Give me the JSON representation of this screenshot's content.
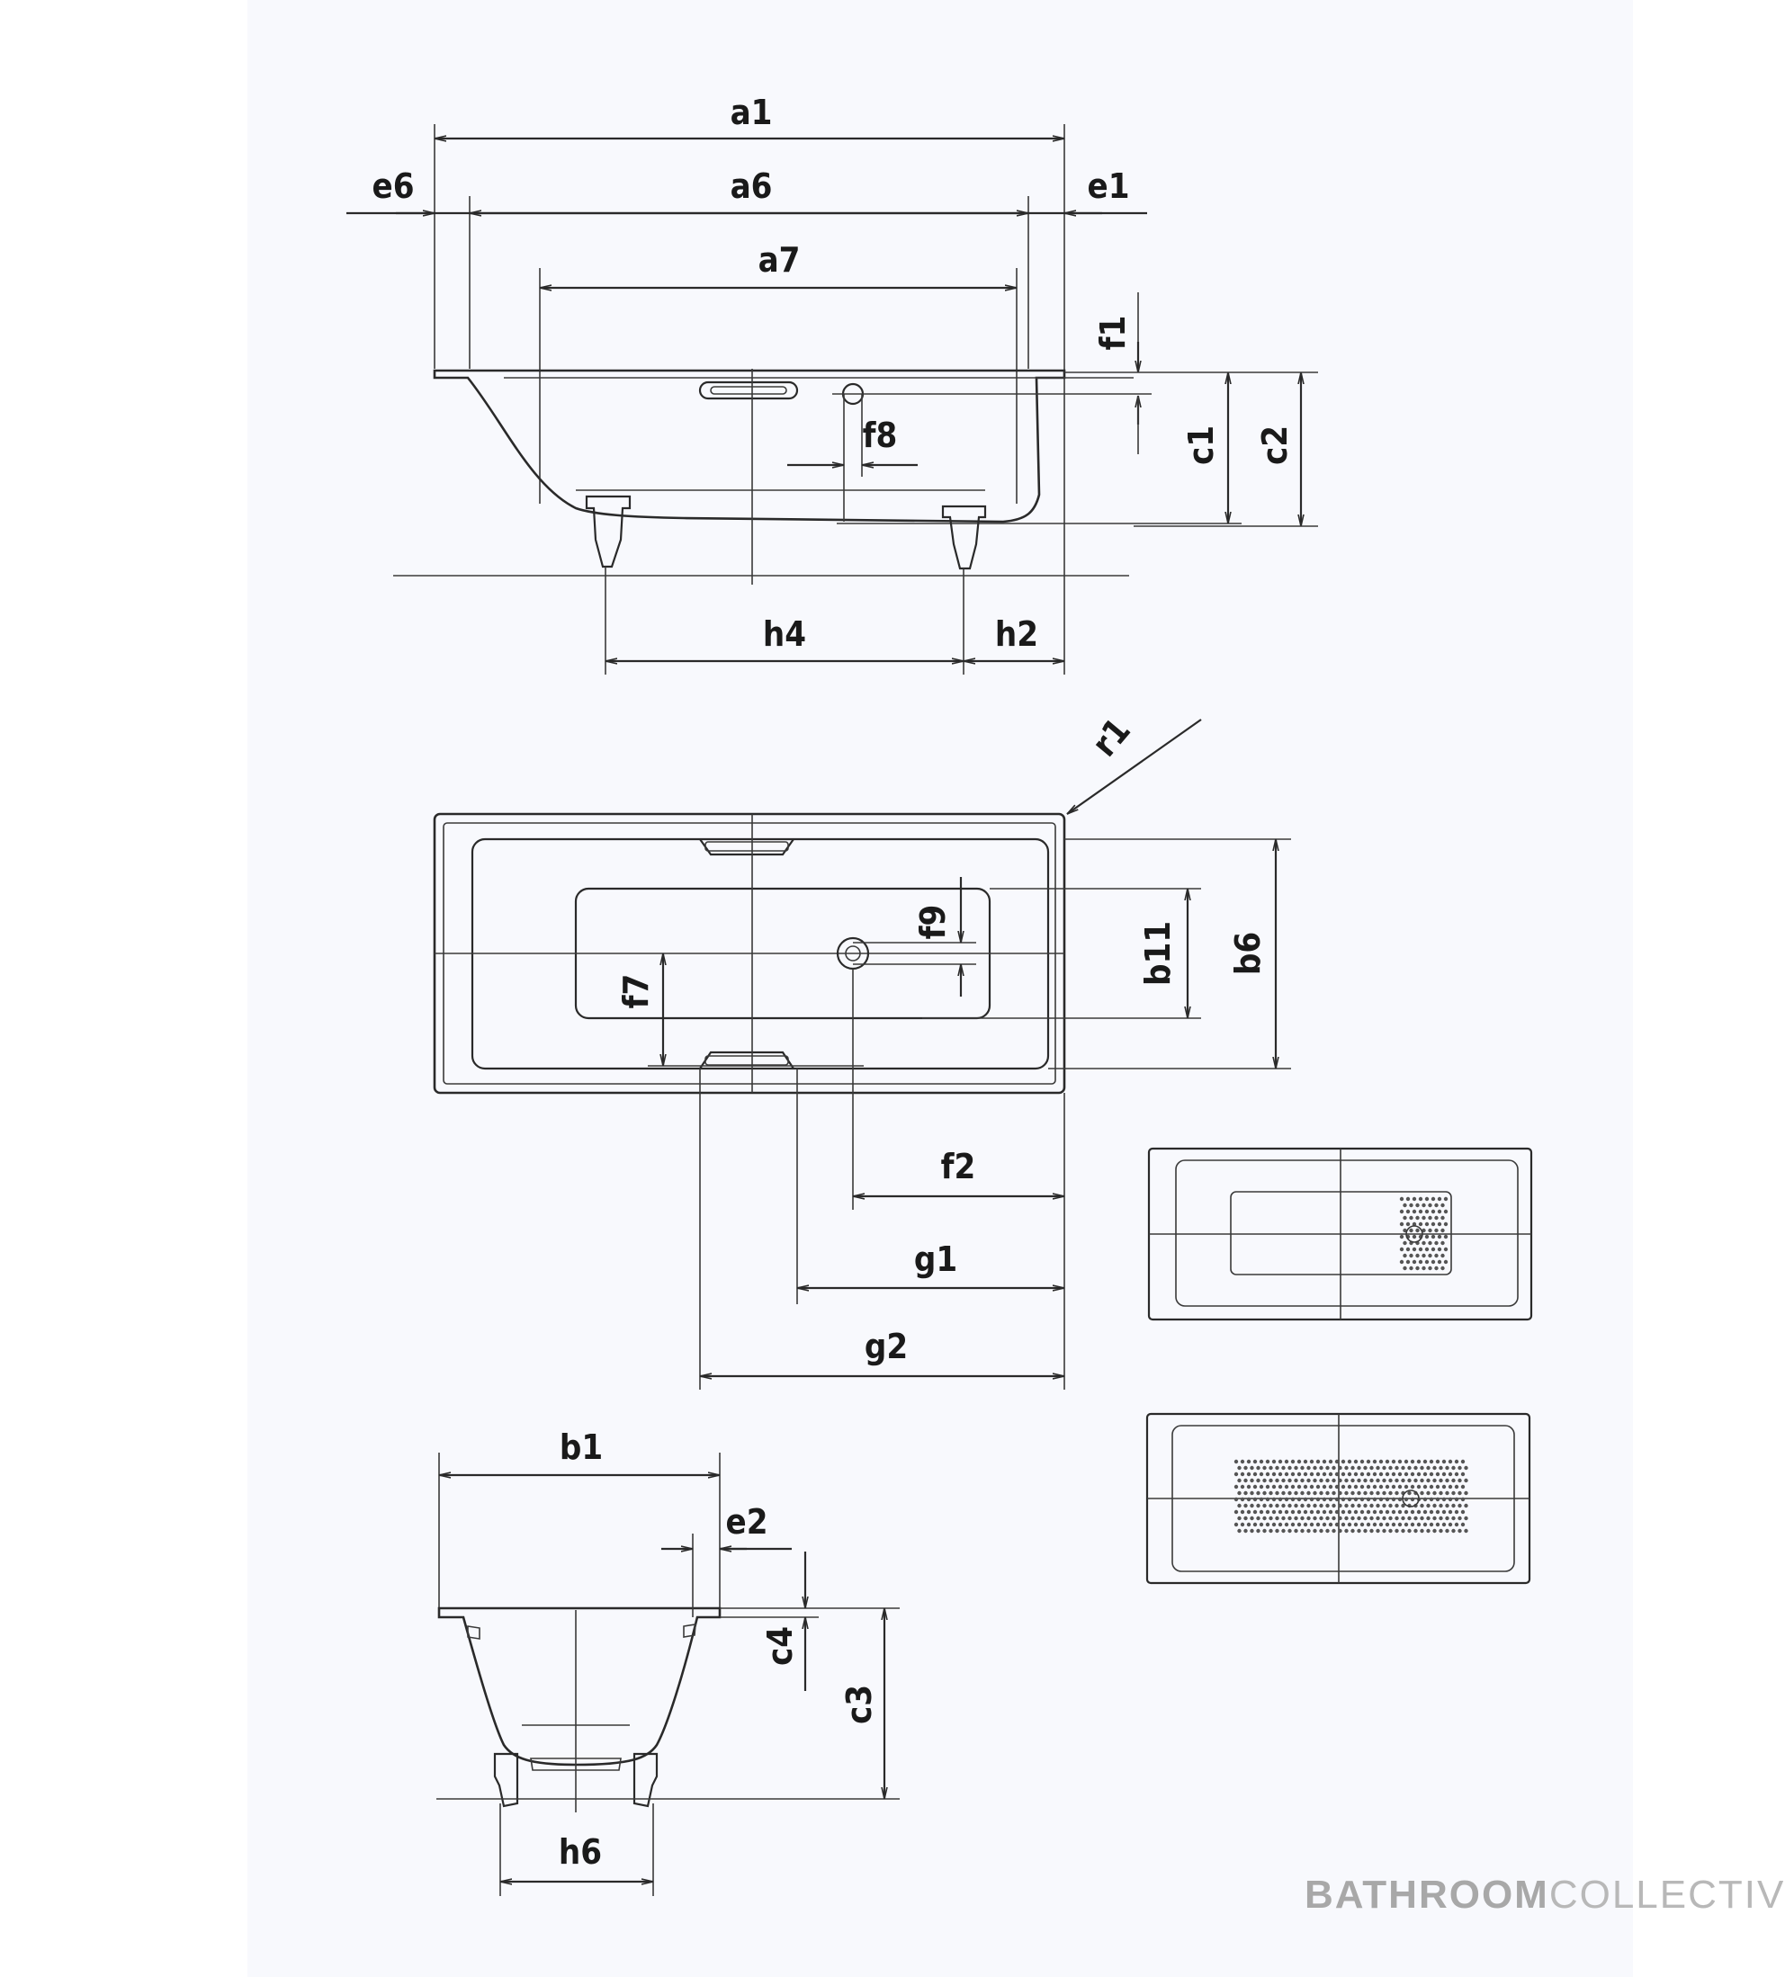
{
  "labels": {
    "a1": "a1",
    "a6": "a6",
    "a7": "a7",
    "e6": "e6",
    "e1": "e1",
    "f1": "f1",
    "f8": "f8",
    "c1": "c1",
    "c2": "c2",
    "h4": "h4",
    "h2": "h2",
    "r1": "r1",
    "b11": "b11",
    "b6": "b6",
    "f9": "f9",
    "f7": "f7",
    "f2": "f2",
    "g1": "g1",
    "g2": "g2",
    "b1": "b1",
    "e2": "e2",
    "c4": "c4",
    "c3": "c3",
    "h6": "h6"
  },
  "brand": {
    "bold": "BATHROOM",
    "light": "COLLECTIVE"
  }
}
